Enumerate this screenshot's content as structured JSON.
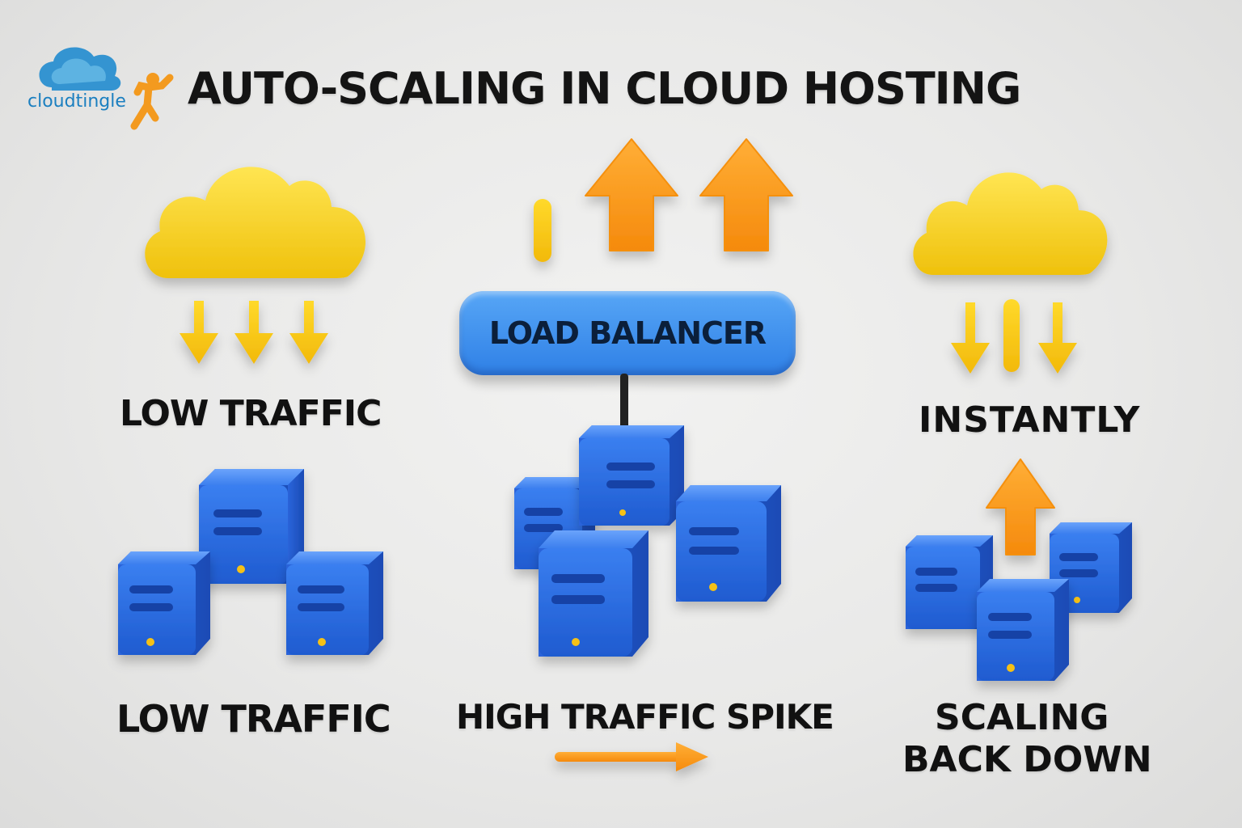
{
  "title": "AUTO-SCALING IN CLOUD HOSTING",
  "logo": {
    "text": "cloudtingle",
    "icon": "cloud-person-logo"
  },
  "load_balancer": {
    "label": "LOAD BALANCER"
  },
  "labels": {
    "left_top": "LOW TRAFFIC",
    "left_bottom": "LOW TRAFFIC",
    "middle_bottom": "HIGH TRAFFIC SPIKE",
    "right_top": "INSTANTLY",
    "right_bottom_line1": "SCALING",
    "right_bottom_line2": "BACK DOWN"
  },
  "colors": {
    "cloud_yellow": "#f8d21e",
    "arrow_yellow": "#f6c515",
    "arrow_orange": "#fb9a1a",
    "server_blue": "#2c6fe6",
    "load_balancer_blue": "#3d8ff0",
    "logo_blue": "#1b7fc0",
    "logo_orange": "#f39a1f"
  },
  "icons": [
    "cloud-icon",
    "down-arrow-icon",
    "up-arrow-icon",
    "right-arrow-icon",
    "server-icon",
    "cable-icon"
  ]
}
